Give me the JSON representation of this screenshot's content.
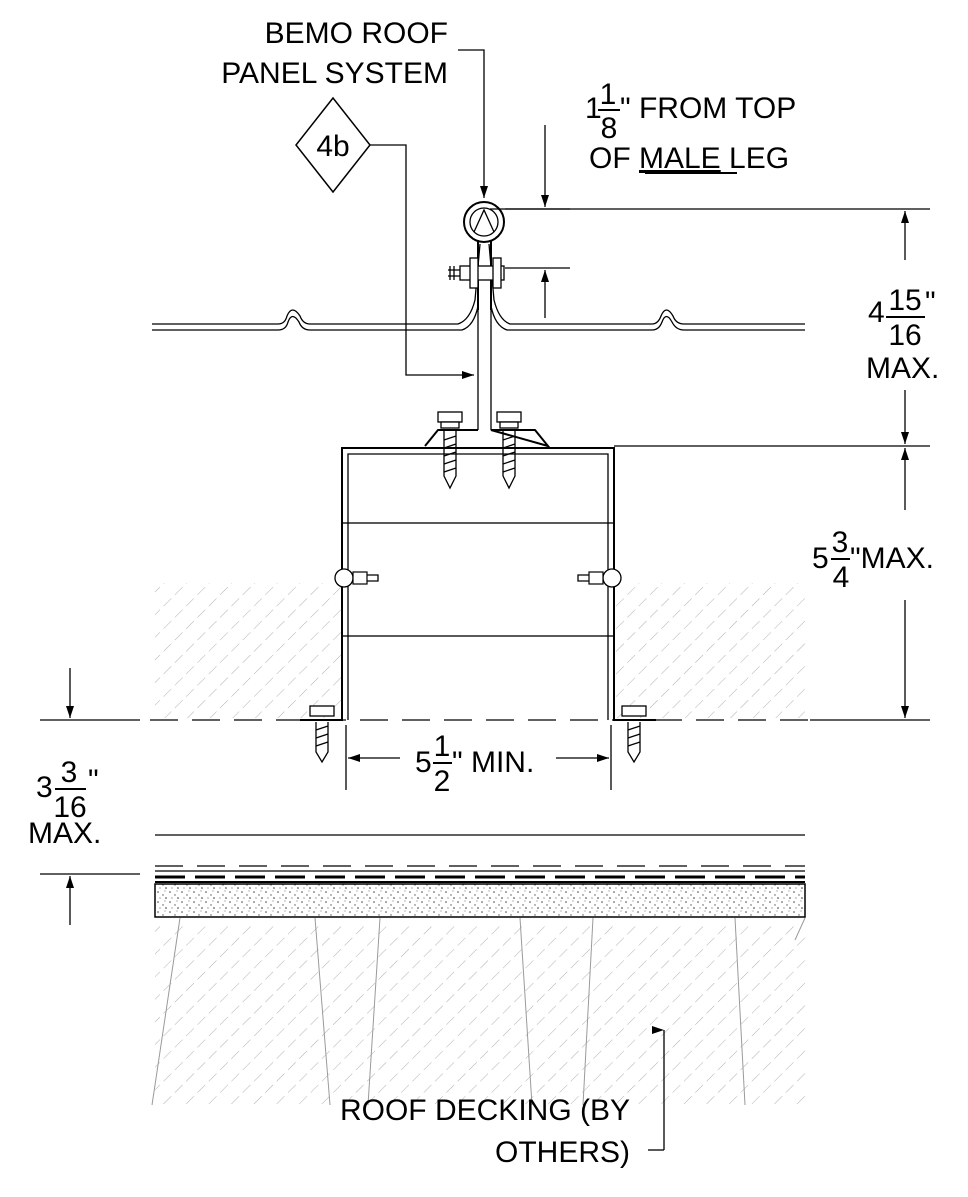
{
  "labels": {
    "panel_line1": "BEMO ROOF",
    "panel_line2": "PANEL SYSTEM",
    "tag": "4b",
    "from_top_whole": "1",
    "from_top_num": "1",
    "from_top_den": "8",
    "from_top_tail": "\" FROM TOP",
    "male_line_pre": "OF ",
    "male_word": "MALE",
    "male_line_post": " LEG",
    "dim1_whole": "4",
    "dim1_num": "15",
    "dim1_den": "16",
    "dim1_inch": "\"",
    "dim1_max": "MAX.",
    "dim2_whole": "5",
    "dim2_num": "3",
    "dim2_den": "4",
    "dim2_tail": "\"MAX.",
    "dim3_whole": "5",
    "dim3_num": "1",
    "dim3_den": "2",
    "dim3_tail": "\" MIN.",
    "dim4_whole": "3",
    "dim4_num": "3",
    "dim4_den": "16",
    "dim4_inch": "\"",
    "dim4_max": "MAX.",
    "deck_line1": "ROOF DECKING (BY",
    "deck_line2": "OTHERS)"
  },
  "colors": {
    "line": "#000000",
    "hatch": "#9a9a9a",
    "background": "#ffffff"
  }
}
